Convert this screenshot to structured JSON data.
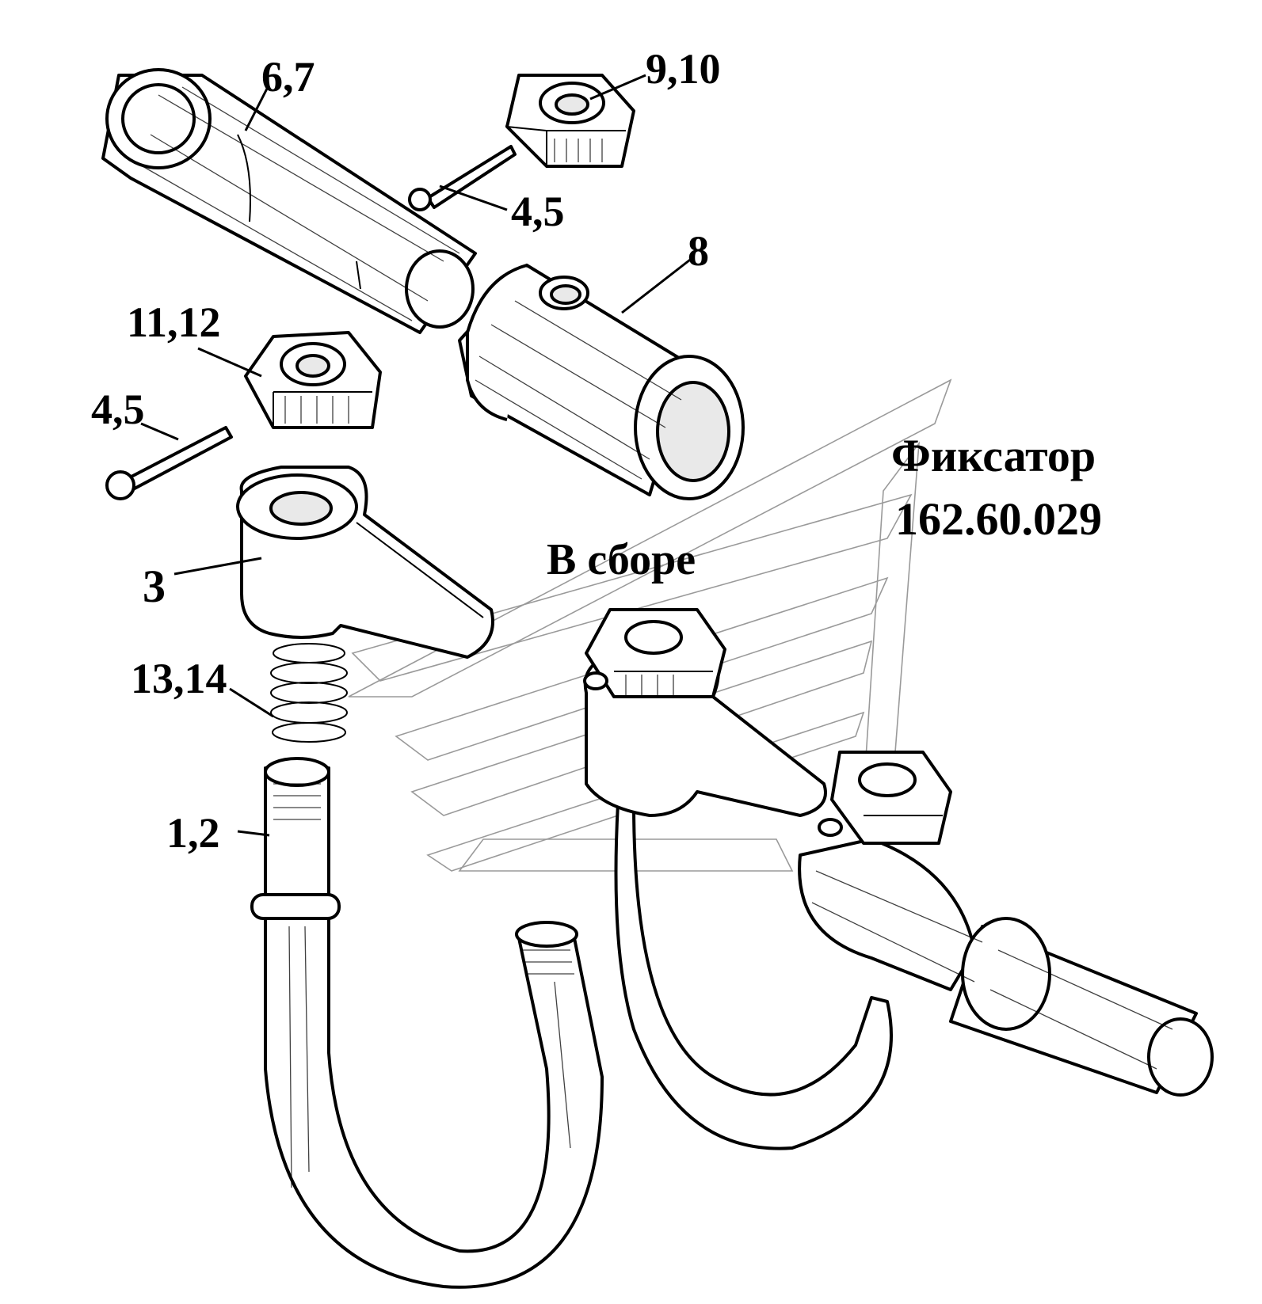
{
  "labels": {
    "pin": "6,7",
    "nut_top": "9,10",
    "cotter_top": "4,5",
    "sleeve": "8",
    "nut_left": "11,12",
    "cotter_left": "4,5",
    "body": "3",
    "spring": "13,14",
    "bolt": "1,2",
    "title_line1": "Фиксатор",
    "title_line2": "162.60.029",
    "assembled": "В сборе"
  }
}
